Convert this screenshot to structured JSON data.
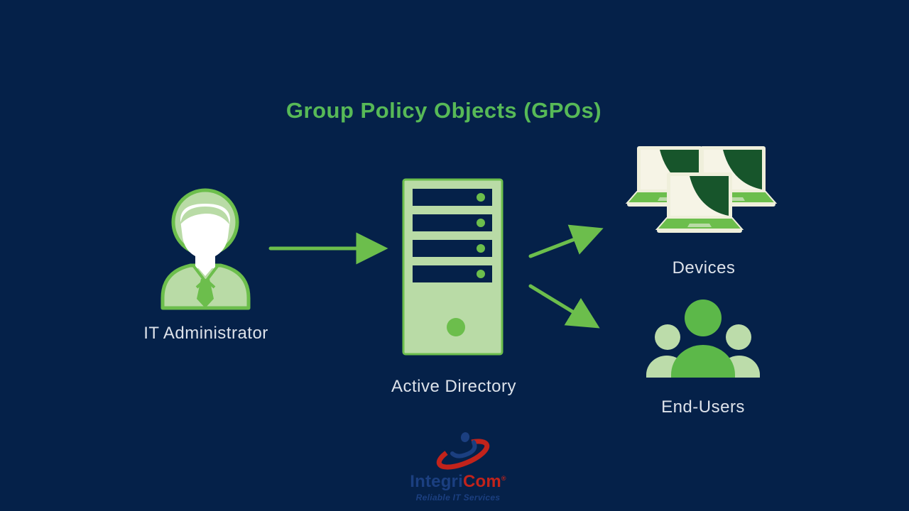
{
  "title": "Group Policy Objects (GPOs)",
  "colors": {
    "bg": "#052149",
    "green": "#6CBE4C",
    "title_green": "#57B957",
    "light_green": "#B9DBA6",
    "pale_green": "#BCDCAA",
    "mid_green": "#5CB849",
    "dark_screen": "#17552B",
    "cream": "#EFEFDB",
    "label": "#DDE2EA",
    "logo_blue": "#1B3F80",
    "logo_red": "#C2231B"
  },
  "nodes": {
    "admin": {
      "label": "IT Administrator",
      "icon": "person-icon"
    },
    "server": {
      "label": "Active Directory",
      "icon": "server-icon"
    },
    "devices": {
      "label": "Devices",
      "icon": "laptops-icon"
    },
    "users": {
      "label": "End-Users",
      "icon": "user-group-icon"
    }
  },
  "arrows": [
    {
      "name": "admin-to-server"
    },
    {
      "name": "server-to-devices"
    },
    {
      "name": "server-to-users"
    }
  ],
  "logo": {
    "name_part1": "Integri",
    "name_part2": "Com",
    "registered": "®",
    "tagline": "Reliable IT Services"
  }
}
